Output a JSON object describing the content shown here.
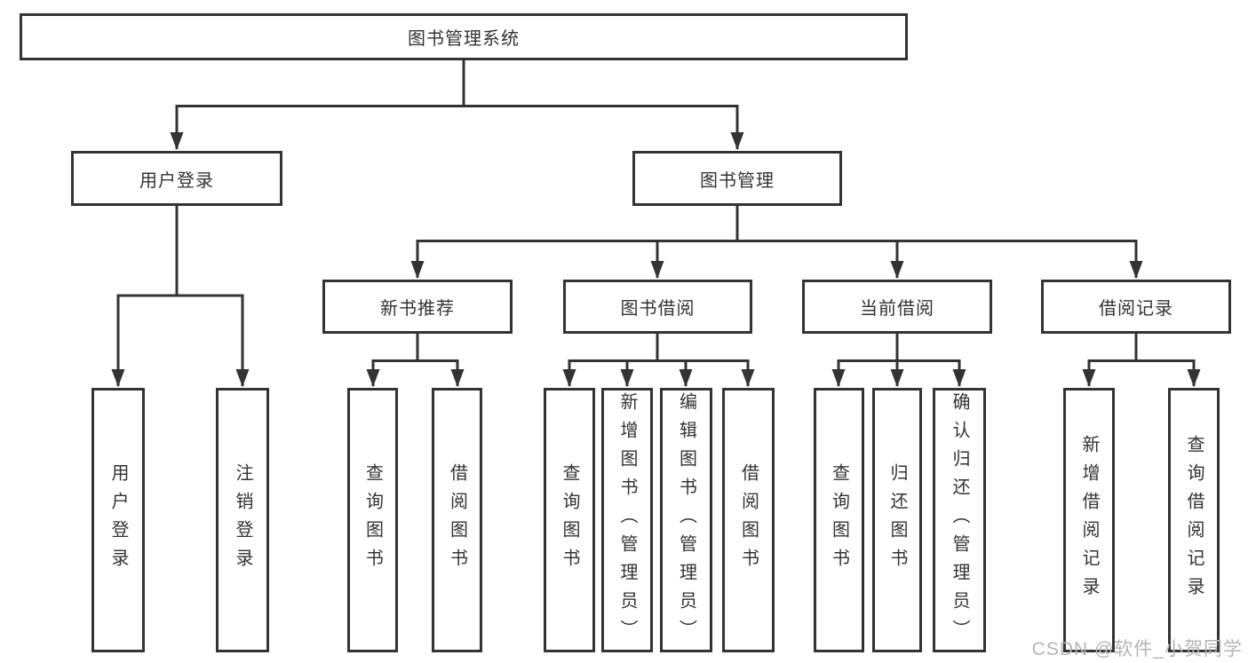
{
  "colors": {
    "line": "#333333",
    "text": "#333333",
    "box_background": "#ffffff",
    "watermark": "#b5b5b5"
  },
  "tree": {
    "root": {
      "label": "图书管理系统"
    },
    "branches": [
      {
        "label": "用户登录",
        "children": [
          {
            "label": "用户登录"
          },
          {
            "label": "注销登录"
          }
        ]
      },
      {
        "label": "图书管理",
        "children": [
          {
            "label": "新书推荐",
            "children": [
              {
                "label": "查询图书"
              },
              {
                "label": "借阅图书"
              }
            ]
          },
          {
            "label": "图书借阅",
            "children": [
              {
                "label": "查询图书"
              },
              {
                "label": "新增图书（管理员）"
              },
              {
                "label": "编辑图书（管理员）"
              },
              {
                "label": "借阅图书"
              }
            ]
          },
          {
            "label": "当前借阅",
            "children": [
              {
                "label": "查询图书"
              },
              {
                "label": "归还图书"
              },
              {
                "label": "确认归还（管理员）"
              }
            ]
          },
          {
            "label": "借阅记录",
            "children": [
              {
                "label": "新增借阅记录"
              },
              {
                "label": "查询借阅记录"
              }
            ]
          }
        ]
      }
    ]
  },
  "watermark": {
    "text": "CSDN @软件_小贺同学"
  }
}
